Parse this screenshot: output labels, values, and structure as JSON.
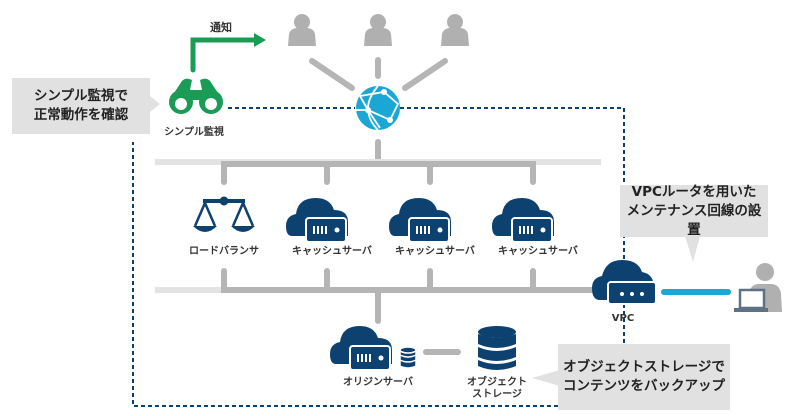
{
  "colors": {
    "navy": "#0d4170",
    "green": "#1a9c57",
    "cyan": "#1ba7d6",
    "gray_person": "#b0b0b0",
    "gray_line": "#b5b5b5",
    "light_line": "#e3e3e3",
    "callout_bg": "#e1e1e1"
  },
  "notify_label": "通知",
  "monitor": {
    "label": "シンプル監視",
    "icon": "binoculars-icon"
  },
  "internet": {
    "icon": "globe-icon"
  },
  "users": [
    {
      "icon": "user-icon"
    },
    {
      "icon": "user-icon"
    },
    {
      "icon": "user-icon"
    }
  ],
  "nodes": {
    "load_balancer": {
      "label": "ロードバランサ",
      "icon": "scale-icon"
    },
    "cache_servers": [
      {
        "label": "キャッシュサーバ",
        "icon": "cloud-server-icon"
      },
      {
        "label": "キャッシュサーバ",
        "icon": "cloud-server-icon"
      },
      {
        "label": "キャッシュサーバ",
        "icon": "cloud-server-icon"
      }
    ],
    "vpc": {
      "label": "VPC",
      "icon": "cloud-router-icon"
    },
    "origin": {
      "label": "オリジンサーバ",
      "icon": "cloud-server-db-icon"
    },
    "storage": {
      "label_line1": "オブジェクト",
      "label_line2": "ストレージ",
      "icon": "database-icon"
    },
    "admin": {
      "icon": "user-laptop-icon"
    }
  },
  "callouts": {
    "monitor": {
      "line1": "シンプル監視で",
      "line2": "正常動作を確認"
    },
    "vpc": {
      "line1": "VPCルータを用いた",
      "line2": "メンテナンス回線の設置"
    },
    "storage": {
      "line1": "オブジェクトストレージで",
      "line2": "コンテンツをバックアップ"
    }
  }
}
